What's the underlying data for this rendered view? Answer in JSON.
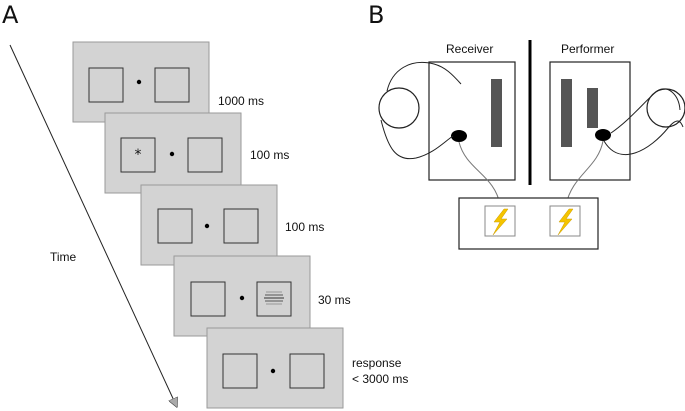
{
  "panel_a": {
    "letter": "A",
    "time_label": "Time",
    "frames": [
      {
        "duration": "1000 ms",
        "left_content": "",
        "right_content": ""
      },
      {
        "duration": "100 ms",
        "left_content": "*",
        "right_content": ""
      },
      {
        "duration": "100 ms",
        "left_content": "",
        "right_content": ""
      },
      {
        "duration": "30 ms",
        "left_content": "",
        "right_content": "grating"
      },
      {
        "duration_line1": "response",
        "duration_line2": "< 3000 ms",
        "left_content": "",
        "right_content": ""
      }
    ]
  },
  "panel_b": {
    "letter": "B",
    "receiver_label": "Receiver",
    "performer_label": "Performer",
    "stimulator_icon": "lightning-bolt-icon",
    "colors": {
      "bolt_fill": "#f5c400",
      "bar_fill": "#555555",
      "electrode": "#000000"
    }
  },
  "colors": {
    "frame_fill": "#d3d3d3",
    "frame_border": "#9a9a9a",
    "box_border": "#333333"
  }
}
